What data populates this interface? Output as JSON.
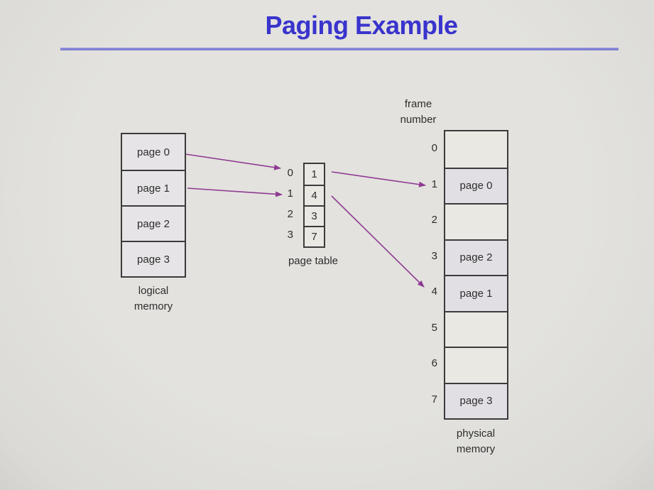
{
  "title": "Paging Example",
  "labels": {
    "logical_memory": "logical\nmemory",
    "page_table": "page table",
    "physical_memory": "physical\nmemory",
    "frame_number": "frame\nnumber"
  },
  "logical_memory": {
    "pages": [
      "page 0",
      "page 1",
      "page 2",
      "page 3"
    ]
  },
  "page_table": {
    "rows": [
      {
        "index": "0",
        "value": "1"
      },
      {
        "index": "1",
        "value": "4"
      },
      {
        "index": "2",
        "value": "3"
      },
      {
        "index": "3",
        "value": "7"
      }
    ]
  },
  "physical_memory": {
    "frames": [
      {
        "number": "0",
        "content": ""
      },
      {
        "number": "1",
        "content": "page 0"
      },
      {
        "number": "2",
        "content": ""
      },
      {
        "number": "3",
        "content": "page 2"
      },
      {
        "number": "4",
        "content": "page 1"
      },
      {
        "number": "5",
        "content": ""
      },
      {
        "number": "6",
        "content": ""
      },
      {
        "number": "7",
        "content": "page 3"
      }
    ]
  },
  "mappings": [
    {
      "from": "page 0",
      "page_table_entry": "0",
      "to_frame": "1"
    },
    {
      "from": "page 1",
      "page_table_entry": "1",
      "to_frame": "4"
    }
  ],
  "colors": {
    "title": "#3934cd",
    "divider": "#8080d4",
    "arrow": "#8e3a92",
    "box_border": "#3b3b3b",
    "background": "#e0dfdb",
    "cell_filled": "#e1dfe4",
    "cell_empty": "#e9e8e3"
  }
}
